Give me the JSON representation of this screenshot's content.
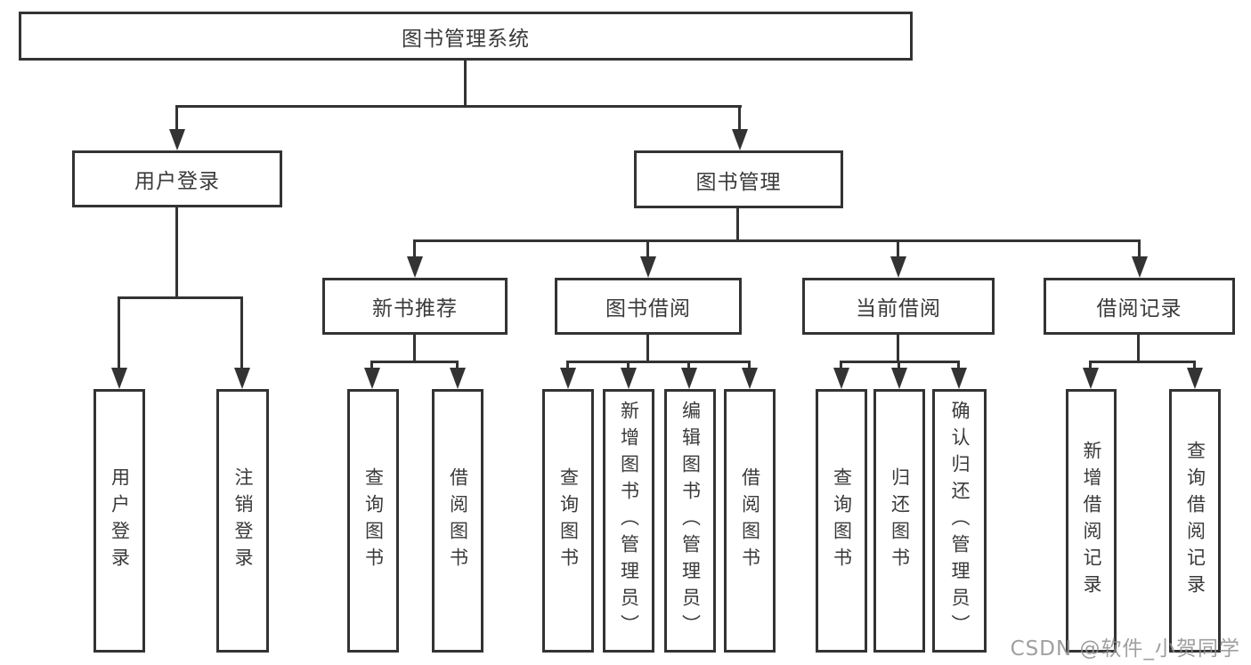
{
  "diagram": {
    "title": "图书管理系统",
    "level2": {
      "user_login": "用户登录",
      "book_management": "图书管理"
    },
    "level3": {
      "new_book_recommend": "新书推荐",
      "book_borrowing": "图书借阅",
      "current_borrowing": "当前借阅",
      "borrowing_records": "借阅记录"
    },
    "leaves": {
      "user_login": [
        "用户登录",
        "注销登录"
      ],
      "new_book_recommend": [
        "查询图书",
        "借阅图书"
      ],
      "book_borrowing": [
        "查询图书",
        "新增图书（管理员）",
        "编辑图书（管理员）",
        "借阅图书"
      ],
      "current_borrowing": [
        "查询图书",
        "归还图书",
        "确认归还（管理员）"
      ],
      "borrowing_records": [
        "新增借阅记录",
        "查询借阅记录"
      ]
    },
    "colors": {
      "line": "#333333",
      "text": "#3a3a3a",
      "watermark": "#8f8f8f",
      "background": "#ffffff"
    },
    "watermark": "CSDN @软件_小贺同学"
  }
}
